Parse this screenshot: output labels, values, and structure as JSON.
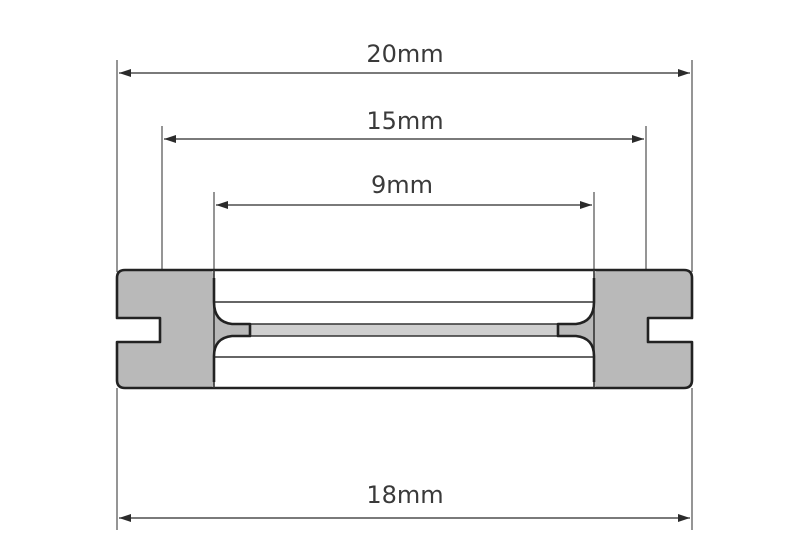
{
  "dimensions": {
    "outer_top": "20mm",
    "mid": "15mm",
    "inner": "9mm",
    "outer_bottom": "18mm"
  },
  "colors": {
    "section_fill": "#b9b9b9",
    "center_band": "#cfcfcf",
    "line": "#222222",
    "text": "#3a3a3a"
  }
}
